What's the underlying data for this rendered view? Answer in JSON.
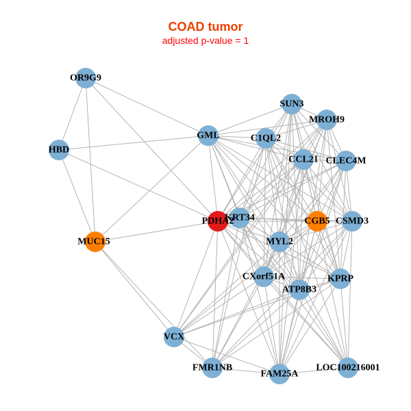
{
  "title": "COAD tumor",
  "subtitle": "adjusted p-value = 1",
  "colors": {
    "default": "#7eb0d5",
    "highlight": "#e41a1c",
    "secondary": "#ff7f00",
    "edge": "#b3b3b3"
  },
  "nodes": [
    {
      "id": "OR9G9",
      "type": "default"
    },
    {
      "id": "HBD",
      "type": "default"
    },
    {
      "id": "MUC15",
      "type": "secondary"
    },
    {
      "id": "GML",
      "type": "default"
    },
    {
      "id": "SUN3",
      "type": "default"
    },
    {
      "id": "MROH9",
      "type": "default"
    },
    {
      "id": "C1QL2",
      "type": "default"
    },
    {
      "id": "CCL21",
      "type": "default"
    },
    {
      "id": "CLEC4M",
      "type": "default"
    },
    {
      "id": "PDHA2",
      "type": "highlight"
    },
    {
      "id": "KRT34",
      "type": "default"
    },
    {
      "id": "CGB5",
      "type": "secondary"
    },
    {
      "id": "CSMD3",
      "type": "default"
    },
    {
      "id": "MYL2",
      "type": "default"
    },
    {
      "id": "CXorf51A",
      "type": "default"
    },
    {
      "id": "KPRP",
      "type": "default"
    },
    {
      "id": "ATP8B3",
      "type": "default"
    },
    {
      "id": "VCX",
      "type": "default"
    },
    {
      "id": "FMR1NB",
      "type": "default"
    },
    {
      "id": "FAM25A",
      "type": "default"
    },
    {
      "id": "LOC100216001",
      "type": "default"
    }
  ],
  "edges": [
    [
      "OR9G9",
      "HBD"
    ],
    [
      "OR9G9",
      "MUC15"
    ],
    [
      "OR9G9",
      "GML"
    ],
    [
      "OR9G9",
      "PDHA2"
    ],
    [
      "HBD",
      "GML"
    ],
    [
      "HBD",
      "MUC15"
    ],
    [
      "HBD",
      "PDHA2"
    ],
    [
      "MUC15",
      "GML"
    ],
    [
      "MUC15",
      "PDHA2"
    ],
    [
      "MUC15",
      "VCX"
    ],
    [
      "MUC15",
      "FMR1NB"
    ],
    [
      "GML",
      "SUN3"
    ],
    [
      "GML",
      "MROH9"
    ],
    [
      "GML",
      "C1QL2"
    ],
    [
      "GML",
      "CCL21"
    ],
    [
      "GML",
      "CLEC4M"
    ],
    [
      "GML",
      "PDHA2"
    ],
    [
      "GML",
      "KRT34"
    ],
    [
      "GML",
      "CGB5"
    ],
    [
      "GML",
      "MYL2"
    ],
    [
      "GML",
      "CXorf51A"
    ],
    [
      "GML",
      "ATP8B3"
    ],
    [
      "GML",
      "KPRP"
    ],
    [
      "GML",
      "CSMD3"
    ],
    [
      "SUN3",
      "MROH9"
    ],
    [
      "SUN3",
      "C1QL2"
    ],
    [
      "SUN3",
      "CCL21"
    ],
    [
      "SUN3",
      "CLEC4M"
    ],
    [
      "SUN3",
      "PDHA2"
    ],
    [
      "SUN3",
      "KRT34"
    ],
    [
      "SUN3",
      "CGB5"
    ],
    [
      "SUN3",
      "CSMD3"
    ],
    [
      "SUN3",
      "MYL2"
    ],
    [
      "SUN3",
      "CXorf51A"
    ],
    [
      "SUN3",
      "ATP8B3"
    ],
    [
      "SUN3",
      "KPRP"
    ],
    [
      "SUN3",
      "FAM25A"
    ],
    [
      "MROH9",
      "C1QL2"
    ],
    [
      "MROH9",
      "CCL21"
    ],
    [
      "MROH9",
      "CLEC4M"
    ],
    [
      "MROH9",
      "PDHA2"
    ],
    [
      "MROH9",
      "KRT34"
    ],
    [
      "MROH9",
      "CGB5"
    ],
    [
      "MROH9",
      "CSMD3"
    ],
    [
      "MROH9",
      "MYL2"
    ],
    [
      "MROH9",
      "CXorf51A"
    ],
    [
      "MROH9",
      "ATP8B3"
    ],
    [
      "MROH9",
      "KPRP"
    ],
    [
      "MROH9",
      "VCX"
    ],
    [
      "C1QL2",
      "CCL21"
    ],
    [
      "C1QL2",
      "CLEC4M"
    ],
    [
      "C1QL2",
      "PDHA2"
    ],
    [
      "C1QL2",
      "KRT34"
    ],
    [
      "C1QL2",
      "CGB5"
    ],
    [
      "C1QL2",
      "CSMD3"
    ],
    [
      "C1QL2",
      "MYL2"
    ],
    [
      "C1QL2",
      "CXorf51A"
    ],
    [
      "C1QL2",
      "ATP8B3"
    ],
    [
      "C1QL2",
      "KPRP"
    ],
    [
      "C1QL2",
      "FMR1NB"
    ],
    [
      "C1QL2",
      "LOC100216001"
    ],
    [
      "CCL21",
      "CLEC4M"
    ],
    [
      "CCL21",
      "PDHA2"
    ],
    [
      "CCL21",
      "KRT34"
    ],
    [
      "CCL21",
      "CGB5"
    ],
    [
      "CCL21",
      "CSMD3"
    ],
    [
      "CCL21",
      "MYL2"
    ],
    [
      "CCL21",
      "CXorf51A"
    ],
    [
      "CCL21",
      "ATP8B3"
    ],
    [
      "CCL21",
      "KPRP"
    ],
    [
      "CCL21",
      "FAM25A"
    ],
    [
      "CCL21",
      "VCX"
    ],
    [
      "CLEC4M",
      "PDHA2"
    ],
    [
      "CLEC4M",
      "KRT34"
    ],
    [
      "CLEC4M",
      "CGB5"
    ],
    [
      "CLEC4M",
      "CSMD3"
    ],
    [
      "CLEC4M",
      "MYL2"
    ],
    [
      "CLEC4M",
      "CXorf51A"
    ],
    [
      "CLEC4M",
      "ATP8B3"
    ],
    [
      "CLEC4M",
      "KPRP"
    ],
    [
      "CLEC4M",
      "FAM25A"
    ],
    [
      "PDHA2",
      "KRT34"
    ],
    [
      "PDHA2",
      "CGB5"
    ],
    [
      "PDHA2",
      "CSMD3"
    ],
    [
      "PDHA2",
      "MYL2"
    ],
    [
      "PDHA2",
      "CXorf51A"
    ],
    [
      "PDHA2",
      "ATP8B3"
    ],
    [
      "PDHA2",
      "KPRP"
    ],
    [
      "PDHA2",
      "VCX"
    ],
    [
      "PDHA2",
      "FMR1NB"
    ],
    [
      "PDHA2",
      "FAM25A"
    ],
    [
      "PDHA2",
      "LOC100216001"
    ],
    [
      "KRT34",
      "CGB5"
    ],
    [
      "KRT34",
      "CSMD3"
    ],
    [
      "KRT34",
      "MYL2"
    ],
    [
      "KRT34",
      "CXorf51A"
    ],
    [
      "KRT34",
      "ATP8B3"
    ],
    [
      "KRT34",
      "KPRP"
    ],
    [
      "KRT34",
      "FMR1NB"
    ],
    [
      "KRT34",
      "FAM25A"
    ],
    [
      "KRT34",
      "LOC100216001"
    ],
    [
      "CGB5",
      "CSMD3"
    ],
    [
      "CGB5",
      "MYL2"
    ],
    [
      "CGB5",
      "CXorf51A"
    ],
    [
      "CGB5",
      "ATP8B3"
    ],
    [
      "CGB5",
      "KPRP"
    ],
    [
      "CGB5",
      "FAM25A"
    ],
    [
      "CGB5",
      "LOC100216001"
    ],
    [
      "CGB5",
      "VCX"
    ],
    [
      "CSMD3",
      "MYL2"
    ],
    [
      "CSMD3",
      "CXorf51A"
    ],
    [
      "CSMD3",
      "ATP8B3"
    ],
    [
      "CSMD3",
      "KPRP"
    ],
    [
      "CSMD3",
      "FMR1NB"
    ],
    [
      "CSMD3",
      "FAM25A"
    ],
    [
      "CSMD3",
      "LOC100216001"
    ],
    [
      "MYL2",
      "CXorf51A"
    ],
    [
      "MYL2",
      "ATP8B3"
    ],
    [
      "MYL2",
      "KPRP"
    ],
    [
      "MYL2",
      "VCX"
    ],
    [
      "MYL2",
      "FMR1NB"
    ],
    [
      "MYL2",
      "FAM25A"
    ],
    [
      "MYL2",
      "LOC100216001"
    ],
    [
      "CXorf51A",
      "ATP8B3"
    ],
    [
      "CXorf51A",
      "KPRP"
    ],
    [
      "CXorf51A",
      "VCX"
    ],
    [
      "CXorf51A",
      "FMR1NB"
    ],
    [
      "CXorf51A",
      "FAM25A"
    ],
    [
      "CXorf51A",
      "LOC100216001"
    ],
    [
      "KPRP",
      "ATP8B3"
    ],
    [
      "KPRP",
      "VCX"
    ],
    [
      "KPRP",
      "FMR1NB"
    ],
    [
      "KPRP",
      "FAM25A"
    ],
    [
      "KPRP",
      "LOC100216001"
    ],
    [
      "ATP8B3",
      "VCX"
    ],
    [
      "ATP8B3",
      "FMR1NB"
    ],
    [
      "ATP8B3",
      "FAM25A"
    ],
    [
      "ATP8B3",
      "LOC100216001"
    ],
    [
      "VCX",
      "FMR1NB"
    ],
    [
      "VCX",
      "FAM25A"
    ],
    [
      "FMR1NB",
      "FAM25A"
    ],
    [
      "FAM25A",
      "LOC100216001"
    ]
  ]
}
